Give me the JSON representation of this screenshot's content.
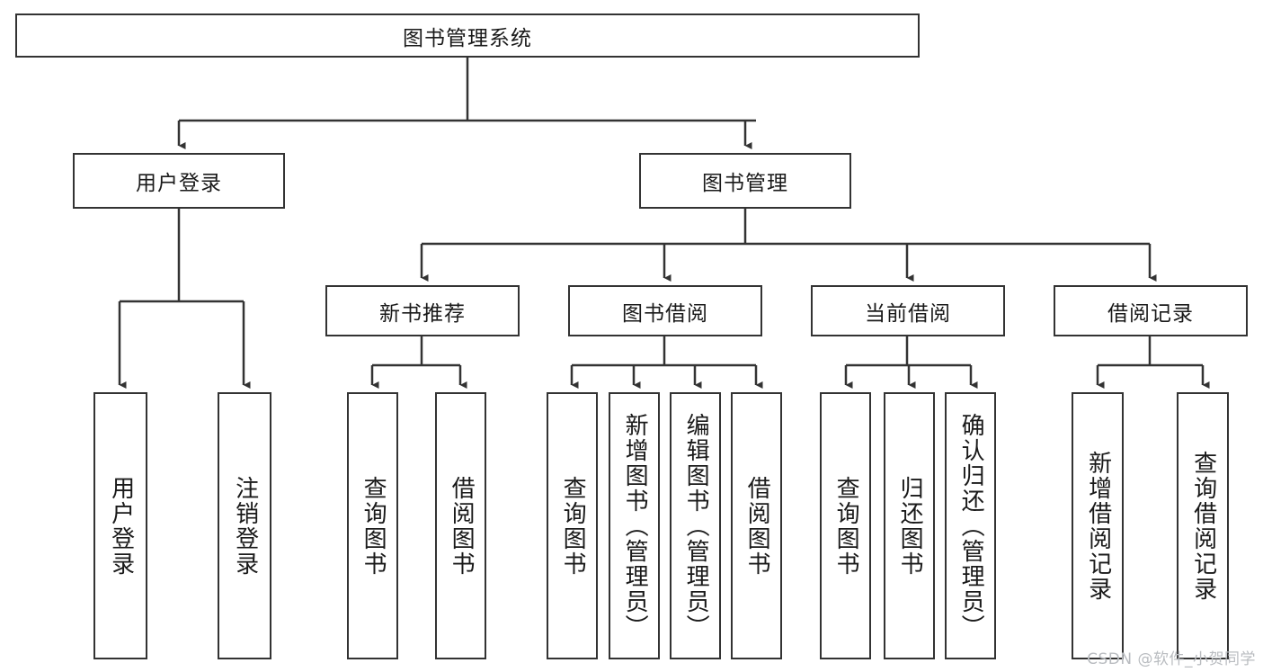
{
  "diagram": {
    "title": "图书管理系统",
    "type": "hierarchy-tree",
    "watermark": "CSDN @软件_小贺同学",
    "colors": {
      "stroke": "#333333",
      "fill": "#ffffff",
      "text": "#1a1a1a",
      "watermark": "#b9bcc0"
    },
    "levels": {
      "root": {
        "label": "图书管理系统"
      },
      "level2": [
        {
          "label": "用户登录"
        },
        {
          "label": "图书管理"
        }
      ],
      "level3": [
        {
          "label": "新书推荐"
        },
        {
          "label": "图书借阅"
        },
        {
          "label": "当前借阅"
        },
        {
          "label": "借阅记录"
        }
      ],
      "leaves": {
        "user_login": [
          {
            "label": "用户登录"
          },
          {
            "label": "注销登录"
          }
        ],
        "new_book_recommend": [
          {
            "label": "查询图书"
          },
          {
            "label": "借阅图书"
          }
        ],
        "book_borrow": [
          {
            "label": "查询图书"
          },
          {
            "label": "新增图书（管理员）"
          },
          {
            "label": "编辑图书（管理员）"
          },
          {
            "label": "借阅图书"
          }
        ],
        "current_borrow": [
          {
            "label": "查询图书"
          },
          {
            "label": "归还图书"
          },
          {
            "label": "确认归还（管理员）"
          }
        ],
        "borrow_record": [
          {
            "label": "新增借阅记录"
          },
          {
            "label": "查询借阅记录"
          }
        ]
      }
    }
  }
}
